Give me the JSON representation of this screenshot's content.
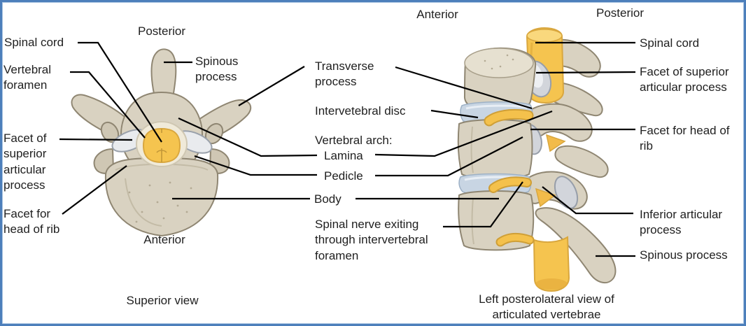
{
  "figure": {
    "type": "anatomical-diagram",
    "background": "#ffffff",
    "frame_color": "#4d7fbb"
  },
  "colors": {
    "bone": "#d9d2c1",
    "bone_outline": "#8f8672",
    "cartilage_facet": "#e9ebee",
    "cartilage_outline": "#9aa1ab",
    "spinal_cord_yellow": "#f5c44f",
    "spinal_cord_outline": "#d9a73e",
    "vertebral_foramen_ring": "#f0ead9",
    "intervertebral_disc_blue": "#c8d5e3",
    "leader_line": "#000000",
    "label_text": "#1f1f1f"
  },
  "left_view": {
    "caption": "Superior view",
    "direction_top": "Posterior",
    "direction_bottom": "Anterior",
    "labels": {
      "spinal_cord": "Spinal cord",
      "vertebral_foramen": "Vertebral foramen",
      "facet_of_superior_articular_process": "Facet of superior articular process",
      "facet_for_head_of_rib": "Facet for head of rib",
      "spinous_process": "Spinous process"
    }
  },
  "center_labels": {
    "transverse_process": "Transverse process",
    "intervertebral_disc": "Intervetebral disc",
    "vertebral_arch": "Vertebral arch:",
    "lamina": "Lamina",
    "pedicle": "Pedicle",
    "body": "Body",
    "spinal_nerve": "Spinal nerve exiting through intervertebral foramen"
  },
  "right_view": {
    "caption": "Left posterolateral view of articulated vertebrae",
    "direction_top_left": "Anterior",
    "direction_top_right": "Posterior",
    "labels": {
      "spinal_cord": "Spinal cord",
      "facet_of_superior_articular_process": "Facet of superior articular process",
      "facet_for_head_of_rib": "Facet for head of rib",
      "inferior_articular_process": "Inferior articular process",
      "spinous_process": "Spinous process"
    }
  }
}
